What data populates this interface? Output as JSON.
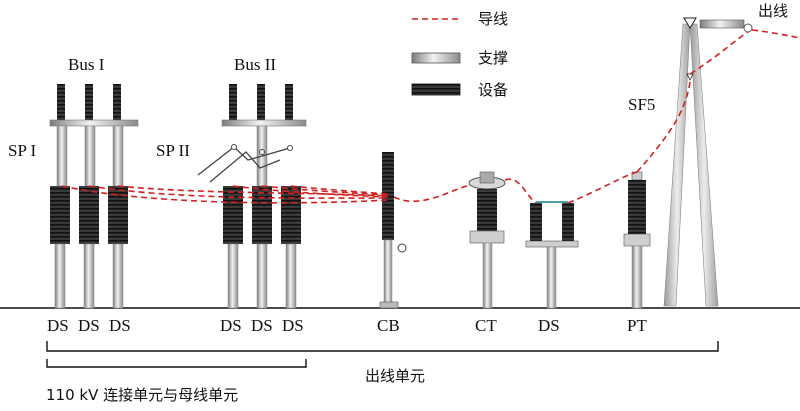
{
  "legend": {
    "items": [
      {
        "label": "导线",
        "kind": "wire",
        "color": "#d42020"
      },
      {
        "label": "支撑",
        "kind": "support"
      },
      {
        "label": "设备",
        "kind": "equipment"
      }
    ]
  },
  "bus_labels": {
    "bus1": "Bus I",
    "bus2": "Bus II"
  },
  "side_labels": {
    "sp1": "SP I",
    "sp2": "SP II",
    "sf5": "SF5",
    "outgoing": "出线"
  },
  "device_labels": {
    "ds1": "DS",
    "ds2": "DS",
    "ds3": "DS",
    "ds4": "DS",
    "ds5": "DS",
    "ds6": "DS",
    "cb": "CB",
    "ct": "CT",
    "ds7": "DS",
    "pt": "PT"
  },
  "units": {
    "connection_unit": "110 kV 连接单元与母线单元",
    "outgoing_unit": "出线单元"
  },
  "colors": {
    "wire": "#d42020",
    "ground": "#111111",
    "equipment": "#2a2a2a",
    "support": "#c8c8c8"
  }
}
